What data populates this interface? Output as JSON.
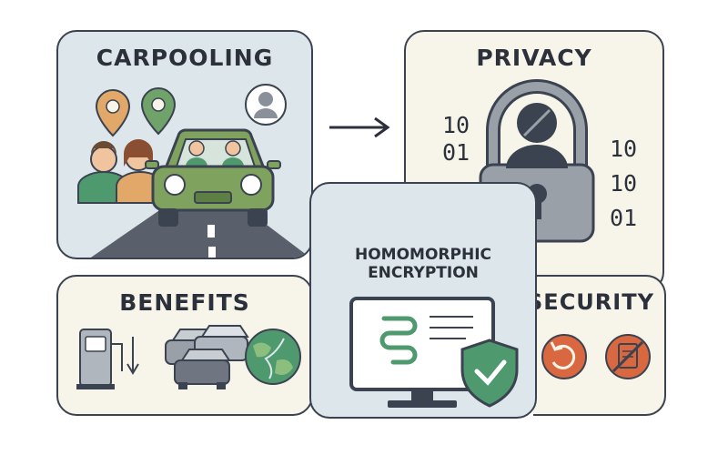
{
  "panels": {
    "carpooling": {
      "title": "CARPOOLING"
    },
    "privacy": {
      "title": "PRIVACY",
      "bits_left": [
        "10",
        "01"
      ],
      "bits_right": [
        "10",
        "10",
        "01"
      ]
    },
    "benefits": {
      "title": "BENEFITS"
    },
    "security": {
      "title": "SECURITY"
    },
    "homomorphic": {
      "title_line1": "HOMOMORPHIC",
      "title_line2": "ENCRYPTION"
    }
  },
  "colors": {
    "outline": "#3b4250",
    "panel_blue": "#dde6ea",
    "panel_cream": "#f7f4ea",
    "green": "#4e9a6e",
    "car_green": "#7fa35e",
    "orange": "#d9944e",
    "red_orange": "#d9673f",
    "gray": "#6f7681"
  },
  "icons": [
    "location-pin-icon",
    "user-avatar-icon",
    "car-icon",
    "padlock-icon",
    "fuel-pump-icon",
    "traffic-cars-icon",
    "earth-icon",
    "monitor-icon",
    "shield-check-icon",
    "refresh-icon",
    "no-document-icon",
    "arrow-right-icon"
  ]
}
